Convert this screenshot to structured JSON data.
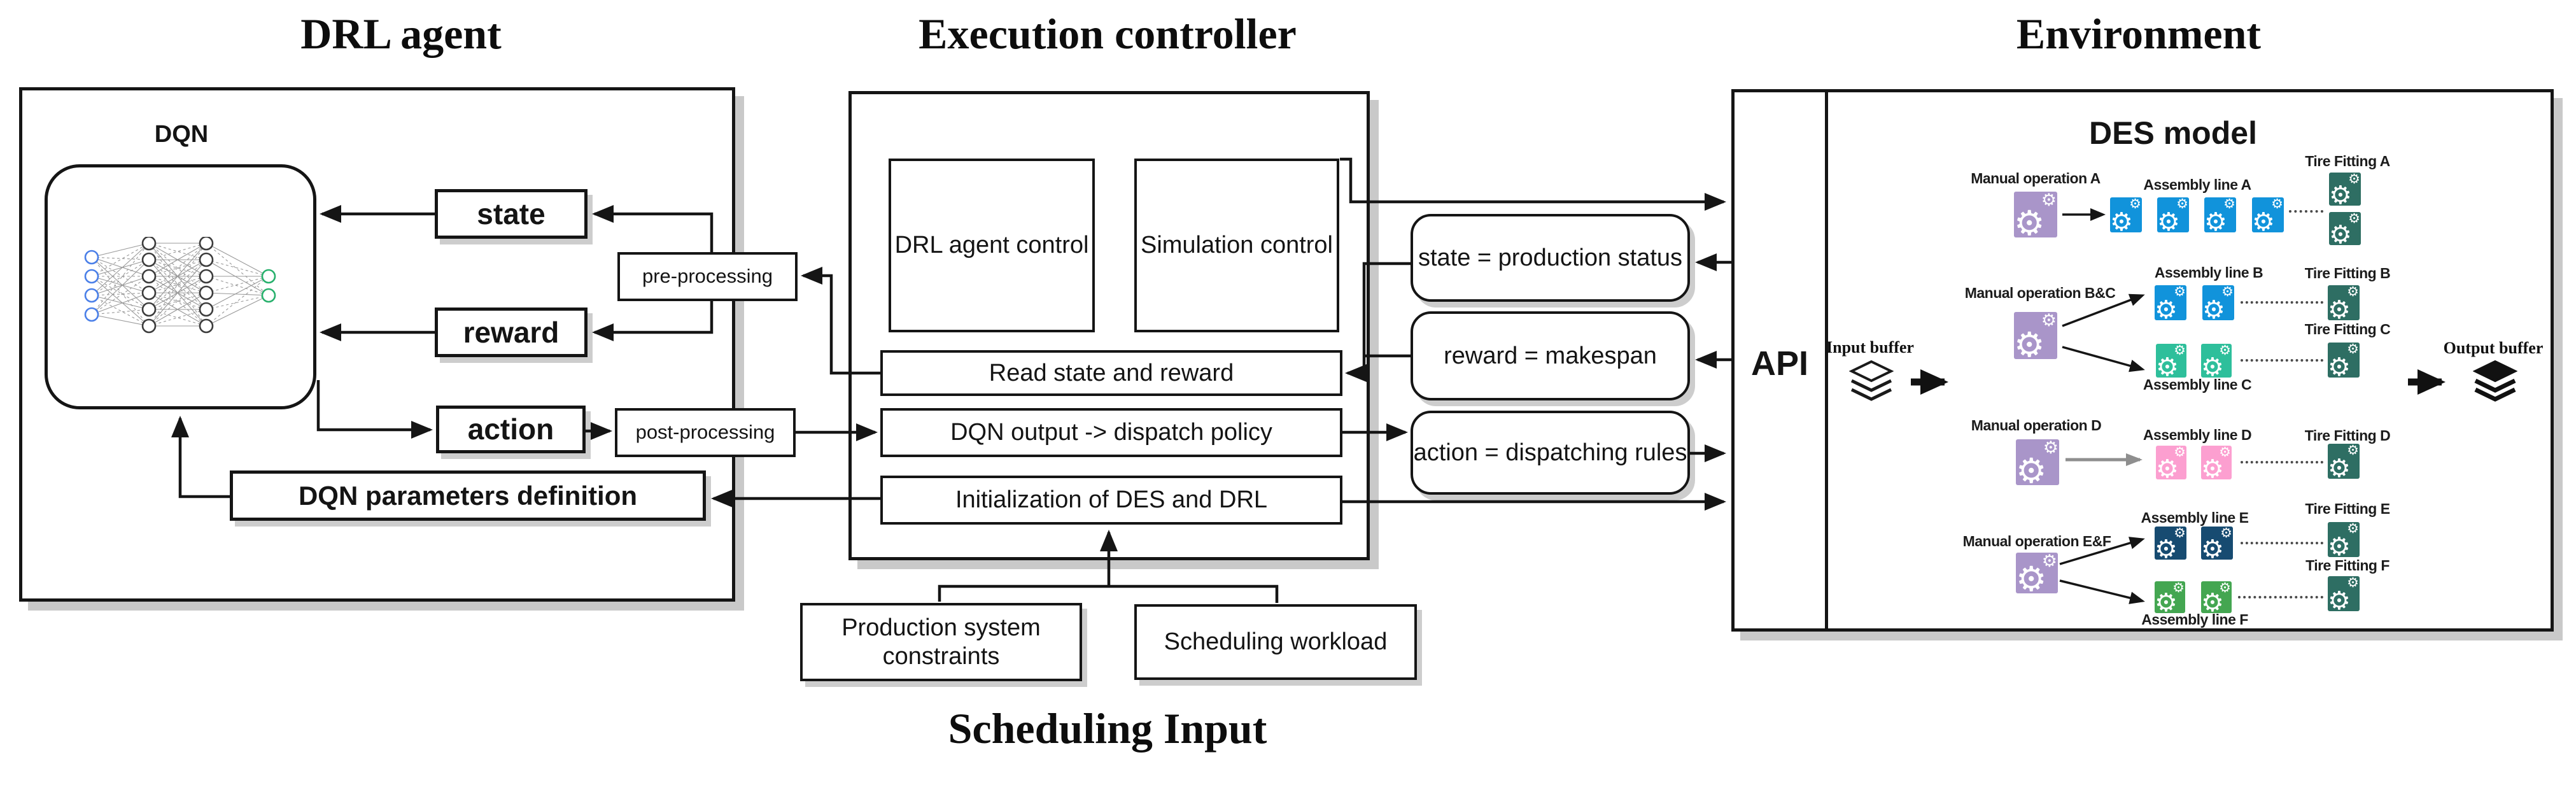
{
  "titles": {
    "drl_agent": "DRL agent",
    "execution_controller": "Execution controller",
    "environment": "Environment",
    "scheduling_input": "Scheduling Input"
  },
  "drl": {
    "dqn": "DQN",
    "state": "state",
    "reward": "reward",
    "action": "action",
    "pre_processing": "pre-processing",
    "post_processing": "post-processing",
    "dqn_params": "DQN parameters definition"
  },
  "controller": {
    "drl_agent_control": "DRL agent control",
    "simulation_control": "Simulation control",
    "read_state_reward": "Read state and reward",
    "dqn_output": "DQN output -> dispatch policy",
    "initialization": "Initialization of DES and DRL"
  },
  "mappings": {
    "state": "state = production status",
    "reward": "reward = makespan",
    "action": "action = dispatching rules"
  },
  "api_label": "API",
  "scheduling": {
    "production_constraints": "Production system constraints",
    "workload": "Scheduling workload"
  },
  "des": {
    "title": "DES model",
    "input_buffer": "Input buffer",
    "output_buffer": "Output buffer",
    "labels": {
      "manual_a": "Manual operation A",
      "assembly_a": "Assembly line A",
      "tire_a": "Tire Fitting A",
      "manual_bc": "Manual operation B&C",
      "assembly_b": "Assembly line B",
      "tire_b": "Tire Fitting B",
      "assembly_c": "Assembly line C",
      "tire_c": "Tire Fitting C",
      "manual_d": "Manual operation D",
      "assembly_d": "Assembly line D",
      "tire_d": "Tire Fitting D",
      "manual_ef": "Manual operation E&F",
      "assembly_e": "Assembly line E",
      "tire_e": "Tire Fitting E",
      "assembly_f": "Assembly line F",
      "tire_f": "Tire Fitting F"
    }
  },
  "colors": {
    "assembly_blue": "#1193db",
    "manual_purple": "#a995c9",
    "tire_teal": "#2e6e63",
    "assembly_mint": "#2ebf9b",
    "assembly_pink": "#fc9fd0",
    "assembly_navy": "#174b71",
    "assembly_green": "#44a651",
    "nn_input_blue": "#4a7fe8",
    "nn_output_green": "#27b06c",
    "line_black": "#151515",
    "shadow_gray": "#c9c9c9"
  }
}
